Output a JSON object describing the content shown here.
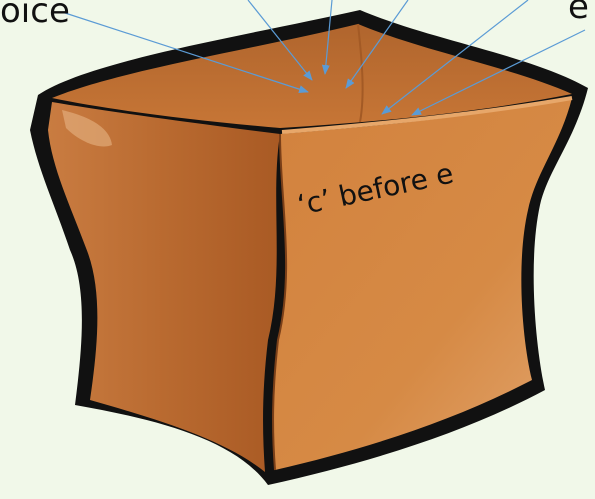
{
  "slide": {
    "partial_word_left": "oice",
    "partial_word_right": "e"
  },
  "box": {
    "label": "‘c’ before e"
  },
  "colors": {
    "background": "#f1f8e9",
    "box_fill": "#c97838",
    "box_outline": "#111111",
    "arrow": "#5b9bd5"
  },
  "icons": [
    "open-cardboard-box-icon",
    "arrow-icon"
  ]
}
